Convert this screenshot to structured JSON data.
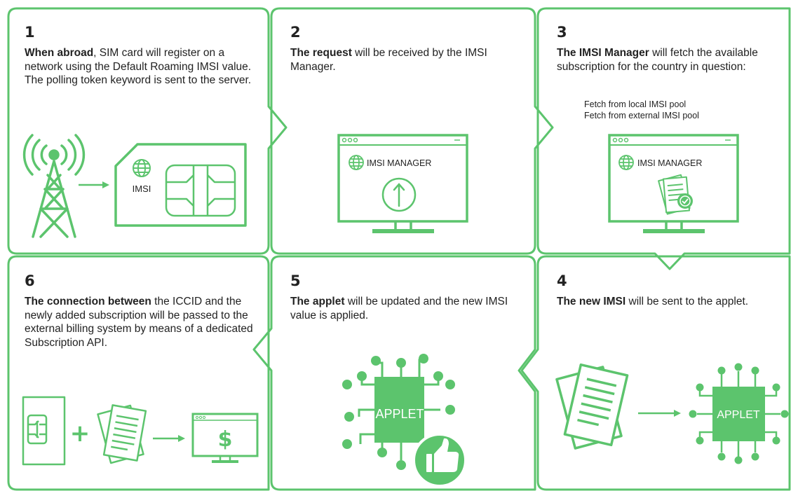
{
  "colors": {
    "accent": "#5cc46d",
    "text": "#222222",
    "background": "#ffffff"
  },
  "steps": [
    {
      "number": "1",
      "bold": "When abroad",
      "rest": ", SIM card will register on a network using the Default Roaming IMSI value. The polling token keyword is sent to the server.",
      "sim_label": "IMSI"
    },
    {
      "number": "2",
      "bold": "The request",
      "rest": " will be received by the IMSI Manager.",
      "screen_label": "IMSI MANAGER"
    },
    {
      "number": "3",
      "bold": "The IMSI Manager",
      "rest": " will fetch the available subscription for the country in question:",
      "sub_items": [
        "Fetch from local IMSI pool",
        "Fetch from external IMSI pool"
      ],
      "screen_label": "IMSI MANAGER"
    },
    {
      "number": "4",
      "bold": "The new IMSI",
      "rest": " will be sent to the applet.",
      "chip_label": "APPLET"
    },
    {
      "number": "5",
      "bold": "The applet",
      "rest": " will be updated and the new IMSI value is applied.",
      "chip_label": "APPLET"
    },
    {
      "number": "6",
      "bold": "The connection between",
      "rest": " the ICCID and the newly added subscription will be passed to the external billing system by means of a dedicated Subscription API.",
      "plus": "+",
      "dollar": "$"
    }
  ],
  "icons": [
    "antenna-tower-icon",
    "sim-card-icon",
    "globe-icon",
    "monitor-icon",
    "upload-arrow-icon",
    "document-icon",
    "check-badge-icon",
    "arrow-right-icon",
    "chip-icon",
    "thumbs-up-icon",
    "dollar-icon"
  ]
}
